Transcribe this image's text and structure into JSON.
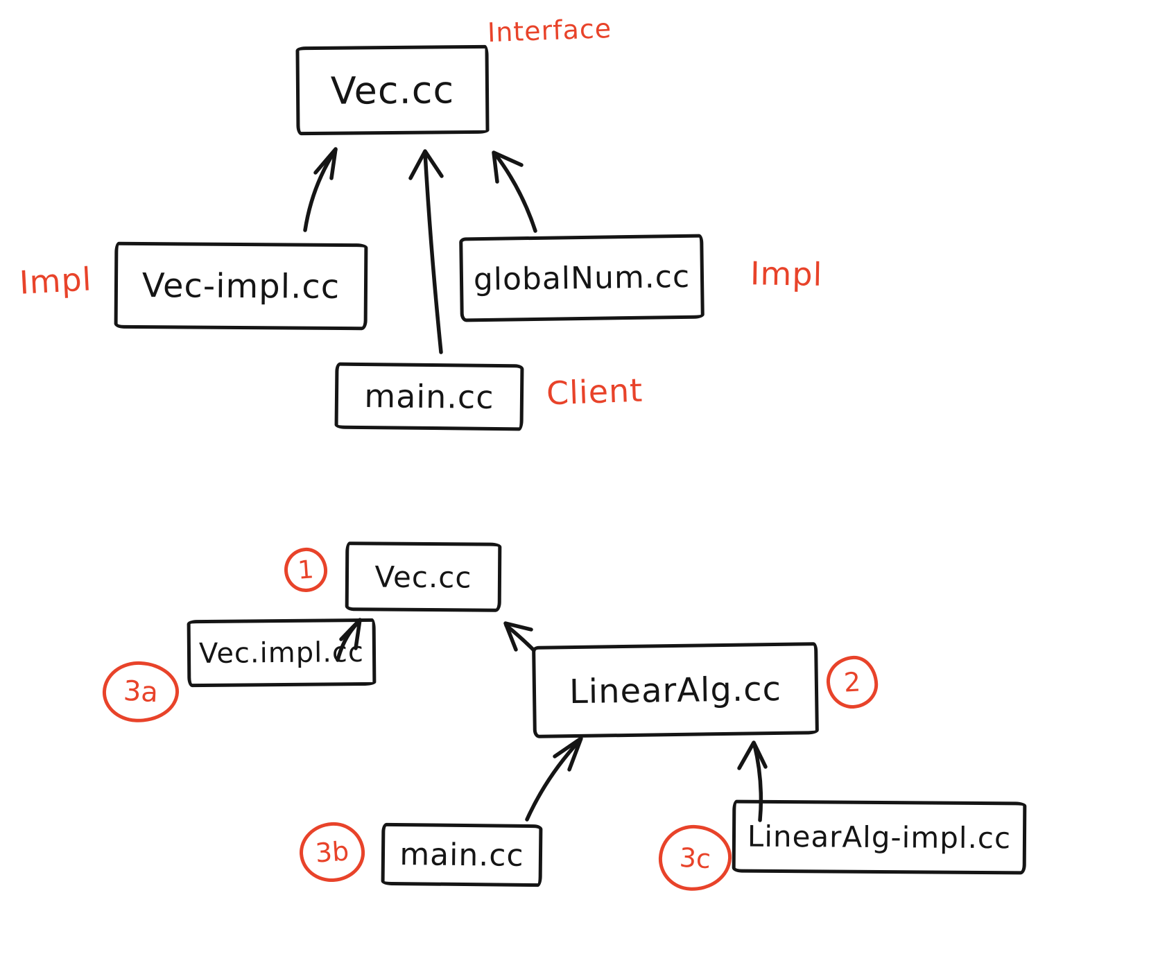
{
  "ink_colors": {
    "black": "#151515",
    "red": "#e8432a"
  },
  "diagram_top": {
    "nodes": {
      "vec": "Vec.cc",
      "vec_impl": "Vec-impl.cc",
      "global_num": "globalNum.cc",
      "main": "main.cc"
    },
    "annotations": {
      "interface": "Interface",
      "impl_left": "Impl",
      "impl_right": "Impl",
      "client": "Client"
    },
    "edges": [
      {
        "from": "Vec-impl.cc",
        "to": "Vec.cc"
      },
      {
        "from": "main.cc",
        "to": "Vec.cc"
      },
      {
        "from": "globalNum.cc",
        "to": "Vec.cc"
      }
    ]
  },
  "diagram_bottom": {
    "nodes": {
      "vec": "Vec.cc",
      "vec_impl": "Vec.impl.cc",
      "linear_alg": "LinearAlg.cc",
      "main": "main.cc",
      "linear_alg_impl": "LinearAlg-impl.cc"
    },
    "badges": {
      "vec": "1",
      "linear_alg": "2",
      "vec_impl": "3a",
      "main": "3b",
      "linear_alg_impl": "3c"
    },
    "edges": [
      {
        "from": "Vec.impl.cc",
        "to": "Vec.cc"
      },
      {
        "from": "LinearAlg.cc",
        "to": "Vec.cc"
      },
      {
        "from": "main.cc",
        "to": "LinearAlg.cc"
      },
      {
        "from": "LinearAlg-impl.cc",
        "to": "LinearAlg.cc"
      }
    ]
  }
}
